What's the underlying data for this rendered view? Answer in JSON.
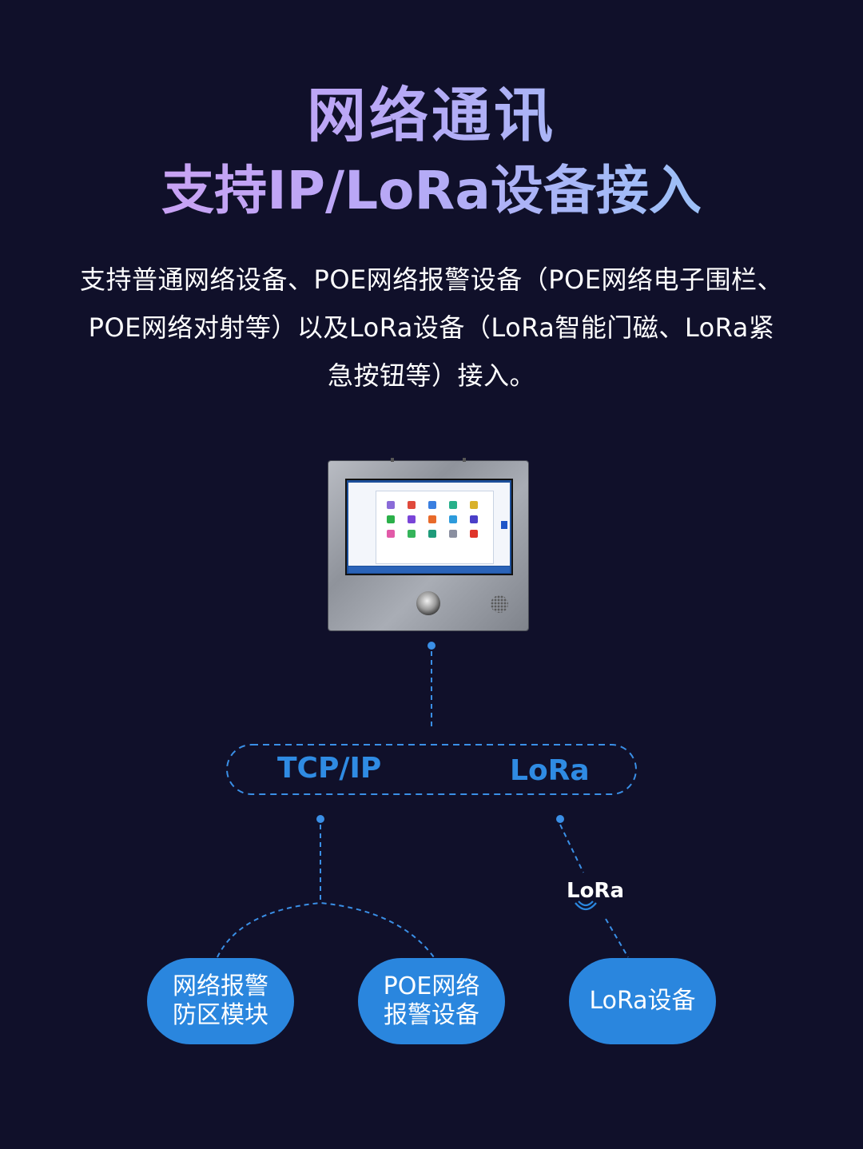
{
  "header": {
    "title_line1": "网络通讯",
    "title_line2": "支持IP/LoRa设备接入"
  },
  "description": "支持普通网络设备、POE网络报警设备（POE网络电子围栏、POE网络对射等）以及LoRa设备（LoRa智能门磁、LoRa紧急按钮等）接入。",
  "diagram": {
    "protocols": {
      "tcpip": "TCP/IP",
      "lora": "LoRa"
    },
    "lora_badge": "LoRa",
    "nodes": [
      {
        "label": "网络报警防区模块"
      },
      {
        "label": "POE网络报警设备"
      },
      {
        "label": "LoRa设备"
      }
    ]
  },
  "colors": {
    "background": "#10102a",
    "accent_blue": "#2a86de",
    "line_blue": "#3a8fe6",
    "title_gradient_start": "#d39ef3",
    "title_gradient_end": "#8ecdf8"
  }
}
